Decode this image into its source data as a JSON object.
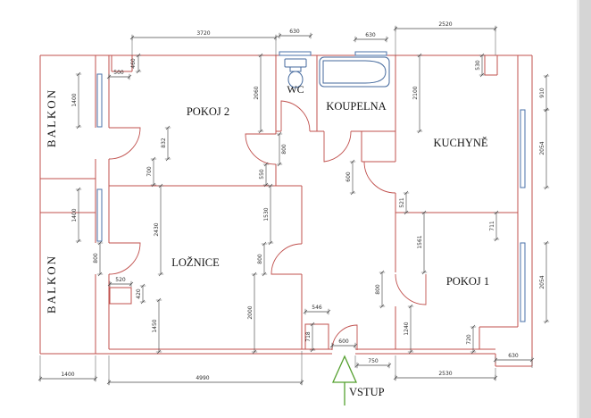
{
  "rooms": {
    "balkon_top": "BALKON",
    "balkon_bottom": "BALKON",
    "pokoj2": "POKOJ 2",
    "wc": "WC",
    "koupelna": "KOUPELNA",
    "kuchyne": "KUCHYNĚ",
    "loznice": "LOŽNICE",
    "pokoj1": "POKOJ 1"
  },
  "entrance_label": "VSTUP",
  "icons": {
    "toilet_icon": "wc-toilet",
    "bathtub_icon": "bathtub",
    "entrance_arrow_icon": "up-arrow"
  },
  "dims": {
    "top_pokoj2": "3720",
    "window_wc": "630",
    "window_koupelna": "630",
    "top_kuchyne": "2520",
    "niche_w": "500",
    "niche_h": "460",
    "window_balkon_top": "1400",
    "door_pokoj2_balkon": "832",
    "seg_pokoj2_left": "700",
    "pokoj2_right": "2060",
    "door_pokoj2": "800",
    "seg_hall_top": "550",
    "window_balkon_bottom": "1400",
    "loznice_left": "2430",
    "door_balkon_loznice": "800",
    "seg_loznice_right_upper": "1530",
    "door_loznice": "800",
    "seg_loznice_right_lower": "2000",
    "wardrobe_w": "520",
    "wardrobe_h": "420",
    "seg_loznice_bottom": "1450",
    "closet_w": "546",
    "closet_h": "718",
    "door_entrance": "600",
    "seg_entrance_pokoj1": "750",
    "balkon_width": "1400",
    "bottom_loznice": "4990",
    "bottom_pokoj1": "2530",
    "bottom_right_seg": "630",
    "door_pokoj1": "800",
    "seg_pokoj1_door_wall": "1240",
    "seg_pokoj1_left": "1561",
    "seg_kuchyne_door": "521",
    "door_kuchyne": "600",
    "kuchyne_left": "2100",
    "step_top_right": "530",
    "seg_pokoj1_top": "711",
    "right_upper": "910",
    "window_kuchyne": "2054",
    "window_pokoj1": "2054",
    "step_pokoj1": "720"
  },
  "colors": {
    "wall": "#c0504d",
    "window": "#4a72a8",
    "fixture": "#44699d",
    "dimension": "#4a4a4a",
    "arrow": "#55a02f",
    "label": "#151515"
  }
}
